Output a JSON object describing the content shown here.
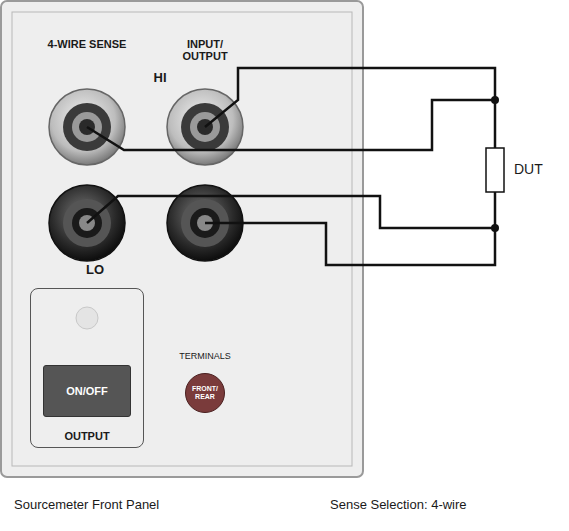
{
  "diagram": {
    "caption": "Sense Selection: 4-wire",
    "nodes": [
      {
        "text": [
          "OUTPUT"
        ]
      },
      {
        "text": [
          "ON/OFF"
        ],
        "in": 0
      },
      {
        "text": [
          "FRONT/ REAR"
        ]
      }
    ],
    "labels": [
      "4-WIRE SENSE",
      "INPUT/ OUTPUT",
      "HI",
      "LO",
      "TERMINALS",
      "DUT",
      "Sourcemeter Front Panel"
    ]
  }
}
